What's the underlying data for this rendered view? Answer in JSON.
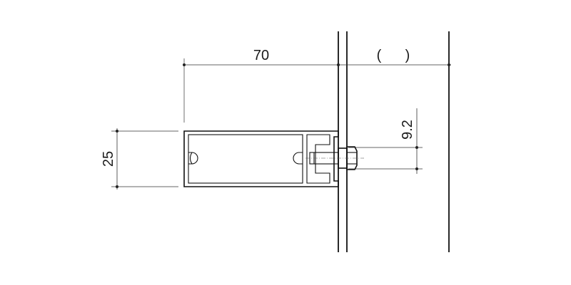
{
  "dimensions": {
    "width_label": "70",
    "height_label": "25",
    "bolt_offset_label": "9.2",
    "gap_label": "(      )"
  },
  "colors": {
    "line": "#111111",
    "background": "#ffffff"
  }
}
